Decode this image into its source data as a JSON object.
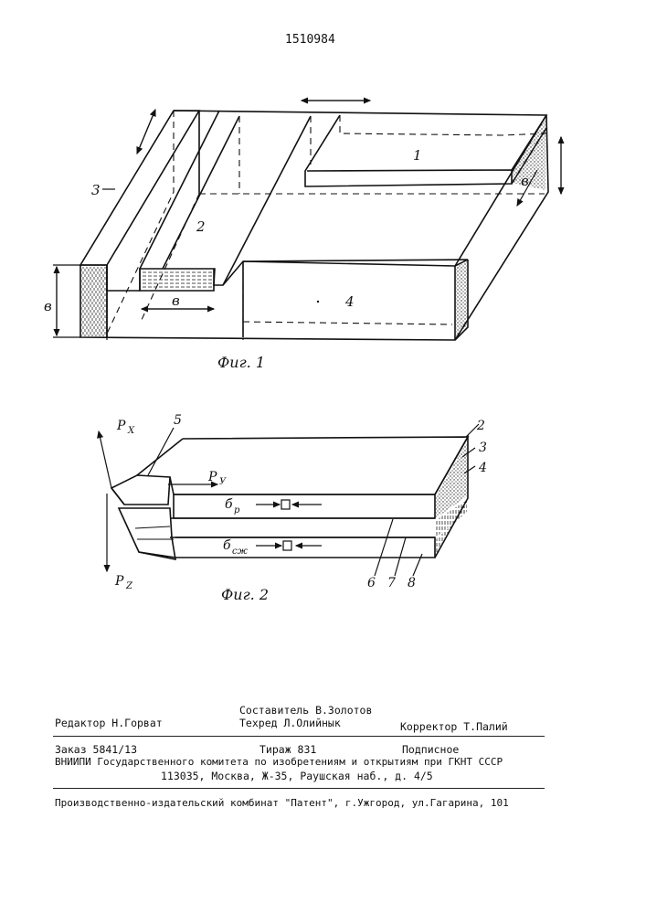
{
  "header": {
    "patent_number": "1510984"
  },
  "figure1": {
    "caption": "Фиг. 1",
    "labels": {
      "l1": "1",
      "l2": "2",
      "l3": "3",
      "l4": "4",
      "b_left": "в",
      "b_inner": "в",
      "b_right": "в"
    }
  },
  "figure2": {
    "caption": "Фиг. 2",
    "labels": {
      "px": "P",
      "px_sub": "X",
      "py": "P",
      "py_sub": "У",
      "pz": "P",
      "pz_sub": "Z",
      "l5": "5",
      "l2": "2",
      "l3": "3",
      "l4": "4",
      "l6": "6",
      "l7": "7",
      "l8": "8",
      "sigma_r": "б",
      "sigma_r_sub": "р",
      "sigma_c": "б",
      "sigma_c_sub": "сж"
    }
  },
  "footer": {
    "editor": "Редактор Н.Горват",
    "compiler": "Составитель В.Золотов",
    "techred": "Техред Л.Олийнык",
    "corrector": "Корректор Т.Палий",
    "order": "Заказ 5841/13",
    "circulation": "Тираж 831",
    "subscription": "Подписное",
    "vniipi": "ВНИИПИ Государственного комитета по изобретениям и открытиям при ГКНТ СССР",
    "address": "113035, Москва, Ж-35, Раушская наб., д. 4/5",
    "plant": "Производственно-издательский комбинат \"Патент\", г.Ужгород, ул.Гагарина, 101"
  }
}
